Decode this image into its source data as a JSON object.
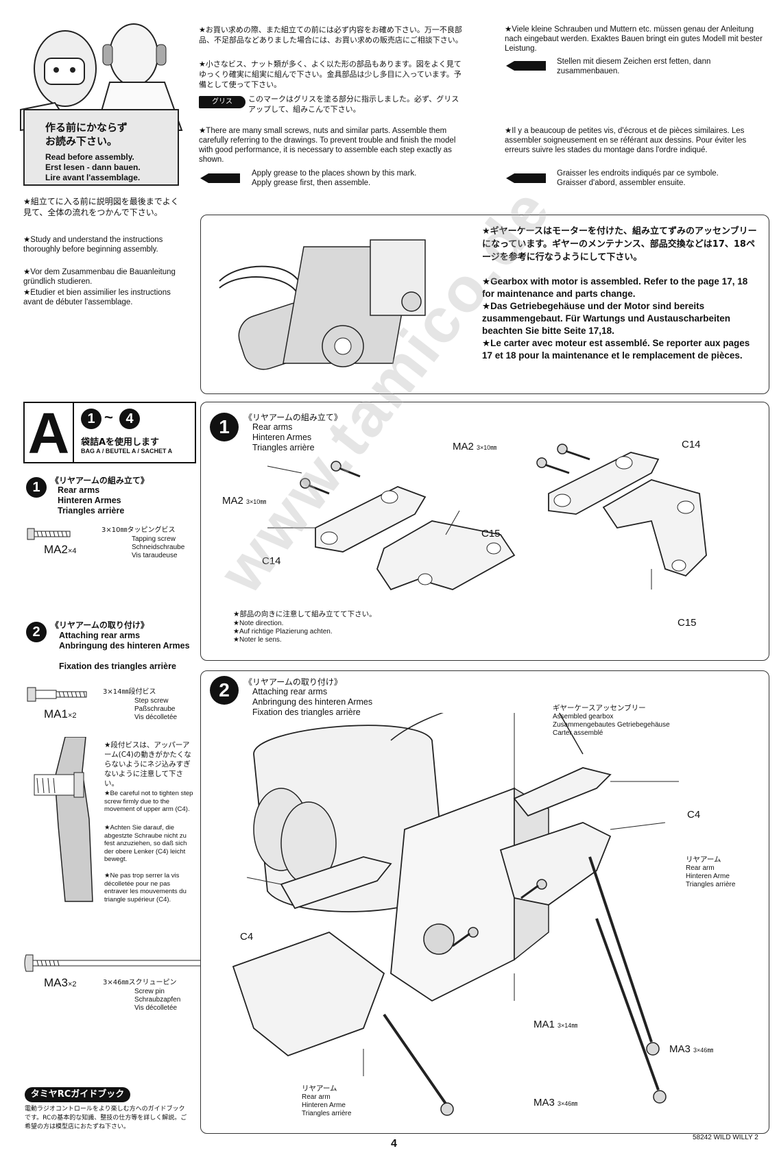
{
  "header_left": {
    "bubble_jp": "作る前にかならず\nお読み下さい。",
    "read_en": "Read before assembly.",
    "read_de": "Erst lesen - dann bauen.",
    "read_fr": "Lire avant l'assemblage.",
    "study_jp": "★組立てに入る前に説明図を最後までよく見て、全体の流れをつかんで下さい。",
    "study_en": "★Study and understand the instructions thoroughly before beginning assembly.",
    "study_de": "★Vor dem Zusammenbau die Bauanleitung gründlich studieren.",
    "study_fr": "★Etudier et bien assimilier les instructions avant de débuter l'assemblage."
  },
  "header_mid": {
    "jp1": "★お買い求めの際、また組立ての前には必ず内容をお確め下さい。万一不良部品、不足部品などありました場合には、お買い求めの販売店にご相談下さい。",
    "jp2": "★小さなビス、ナット類が多く、よく以た形の部品もあります。図をよく見てゆっくり確実に組実に組んで下さい。金具部品は少し多目に入っています。予備として使って下さい。",
    "grease_tag": "グリス",
    "grease_jp": "このマークはグリスを塗る部分に指示しました。必ず、グリスアップして、組みこんで下さい。",
    "en": "★There are many small screws, nuts and similar parts. Assemble them carefully referring to the drawings. To prevent trouble and finish the model with good performance, it is necessary to assemble each step exactly as shown.",
    "grease_en1": "Apply grease to the places shown by this mark.",
    "grease_en2": "Apply grease first, then assemble."
  },
  "header_right": {
    "de": "★Viele kleine Schrauben und Muttern etc. müssen genau der Anleitung nach eingebaut werden. Exaktes Bauen bringt ein gutes Modell mit bester Leistung.",
    "de_grease1": "Stellen mit diesem Zeichen erst fetten, dann",
    "de_grease2": "zusammenbauen.",
    "fr": "★Il y a beaucoup de petites vis, d'écrous et de pièces similaires. Les assembler soigneusement en se référant aux dessins. Pour éviter les erreurs suivre les stades du montage dans l'ordre indiqué.",
    "fr_grease1": "Graisser les endroits indiqués par ce symbole.",
    "fr_grease2": "Graisser d'abord, assembler ensuite."
  },
  "gearbox_note": {
    "jp": "★ギヤーケースはモーターを付けた、組み立てずみのアッセンブリーになっています。ギヤーのメンテナンス、部品交換などは17、18ページを参考に行なうようにして下さい。",
    "en": "★Gearbox with motor is assembled. Refer to the page 17, 18 for maintenance and parts change.",
    "de": "★Das Getriebegehäuse und der Motor sind bereits zusammengebaut. Für Wartungs und Austauscharbeiten beachten Sie bitte Seite 17,18.",
    "fr": "★Le carter avec moteur est assemblé. Se reporter aux pages 17 et 18 pour la maintenance et le remplacement de pièces."
  },
  "bag": {
    "letter": "A",
    "range_start": "1",
    "range_sep": "~",
    "range_end": "4",
    "jp": "袋詰Aを使用します",
    "langs": "BAG A / BEUTEL A / SACHET A"
  },
  "sidebar_step1": {
    "num": "1",
    "jp": "《リヤアームの組み立て》",
    "en": "Rear arms",
    "de": "Hinteren Armes",
    "fr": "Triangles arrière",
    "part_code": "MA2",
    "part_qty": "×4",
    "part_size": "3×10㎜タッピングビス",
    "part_en": "Tapping screw",
    "part_de": "Schneidschraube",
    "part_fr": "Vis taraudeuse"
  },
  "sidebar_step2": {
    "num": "2",
    "jp": "《リヤアームの取り付け》",
    "en": "Attaching rear arms",
    "de": "Anbringung des hinteren Armes",
    "fr": "Fixation des triangles arrière",
    "part1_code": "MA1",
    "part1_qty": "×2",
    "part1_size": "3×14㎜段付ビス",
    "part1_en": "Step screw",
    "part1_de": "Paßschraube",
    "part1_fr": "Vis décolletée",
    "caution_jp": "★段付ビスは、アッパーアーム(C4)の動きがかたくならないようにネジ込みすぎないように注意して下さい。",
    "caution_en": "★Be careful not to tighten step screw firmly due to the movement of upper arm (C4).",
    "caution_de": "★Achten Sie darauf, die abgestzte Schraube nicht zu fest anzuziehen, so daß sich der obere Lenker (C4) leicht bewegt.",
    "caution_fr": "★Ne pas trop serrer la vis décolletée pour ne pas entraver les mouvements du triangle supérieur (C4).",
    "part2_code": "MA3",
    "part2_qty": "×2",
    "part2_size": "3×46㎜スクリューピン",
    "part2_en": "Screw pin",
    "part2_de": "Schraubzapfen",
    "part2_fr": "Vis décolletée"
  },
  "guide": {
    "title": "タミヤRCガイドブック",
    "text": "電動ラジオコントロールをより楽しむ方へのガイドブックです。RCの基本的な知識、整技の仕方等を詳しく解説。ご希望の方は模型店におたずね下さい。"
  },
  "step1_panel": {
    "num": "1",
    "jp": "《リヤアームの組み立て》",
    "en": "Rear arms",
    "de": "Hinteren Armes",
    "fr": "Triangles arrière",
    "label_ma2_a": "MA2",
    "label_ma2_a_size": "3×10㎜",
    "label_ma2_b": "MA2",
    "label_ma2_b_size": "3×10㎜",
    "label_c14_a": "C14",
    "label_c14_b": "C14",
    "label_c15_a": "C15",
    "label_c15_b": "C15",
    "note_jp": "★部品の向きに注意して組み立てて下さい。",
    "note_en": "★Note direction.",
    "note_de": "★Auf richtige Plazierung achten.",
    "note_fr": "★Noter le sens."
  },
  "step2_panel": {
    "num": "2",
    "jp": "《リヤアームの取り付け》",
    "en": "Attaching rear arms",
    "de": "Anbringung des hinteren Armes",
    "fr": "Fixation des triangles arrière",
    "gear_jp": "ギヤーケースアッセンブリー",
    "gear_en": "Assembled gearbox",
    "gear_de": "Zusammengebautes Getriebegehäuse",
    "gear_fr": "Carter assemblé",
    "label_c4_a": "C4",
    "label_c4_b": "C4",
    "rear_jp": "リヤアーム",
    "rear_en": "Rear arm",
    "rear_de": "Hinteren Arme",
    "rear_fr": "Triangles arrière",
    "rear2_jp": "リヤアーム",
    "rear2_en": "Rear arm",
    "rear2_de": "Hinteren Arme",
    "rear2_fr": "Triangles arrière",
    "label_ma1": "MA1",
    "label_ma1_size": "3×14㎜",
    "label_ma3_a": "MA3",
    "label_ma3_a_size": "3×46㎜",
    "label_ma3_b": "MA3",
    "label_ma3_b_size": "3×46㎜"
  },
  "footer": {
    "page_number": "4",
    "kit_ref": "58242 WILD WILLY 2"
  },
  "watermark": "www.tamico.de"
}
